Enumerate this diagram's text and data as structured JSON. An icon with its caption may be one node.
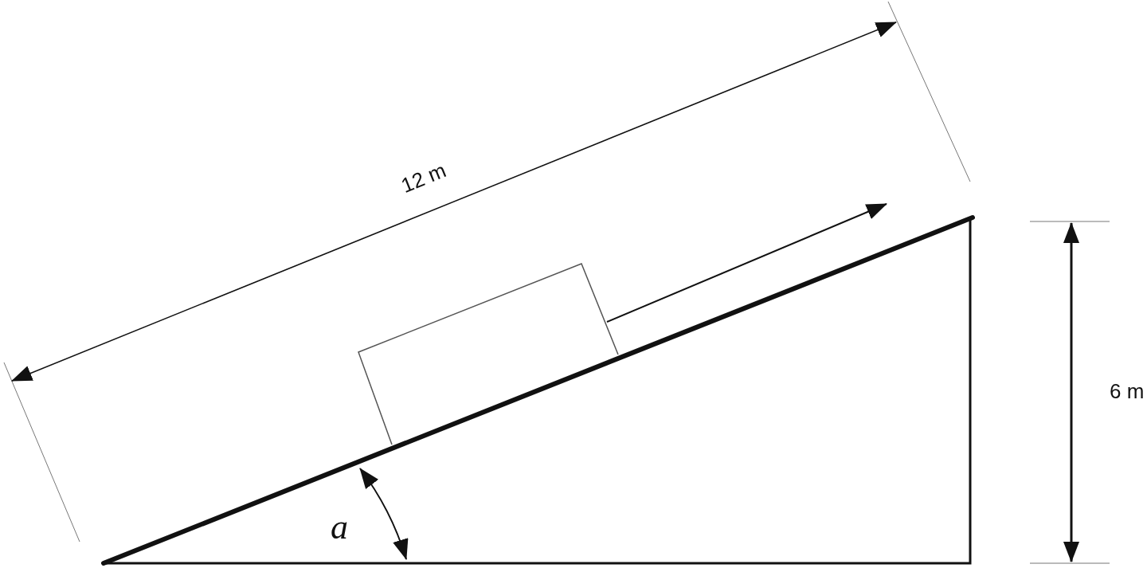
{
  "diagram": {
    "labels": [
      "12 m",
      "6 m",
      "a"
    ]
  }
}
